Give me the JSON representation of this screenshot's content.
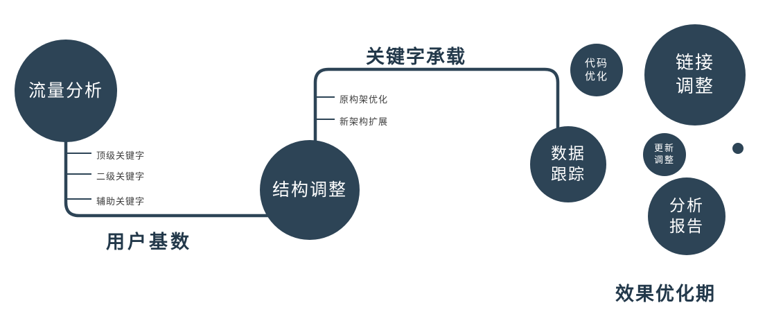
{
  "diagram": {
    "colors": {
      "node_fill": "#2d4456",
      "line": "#2d4456",
      "edge_label_text": "#22384a",
      "branch_label_text": "#3d3d3d",
      "node_text": "#ffffff"
    },
    "nodes": {
      "traffic": {
        "label": "流量分析"
      },
      "structure": {
        "label": "结构调整"
      },
      "data_tracking": {
        "label": "数据跟踪"
      },
      "code_opt": {
        "label": "代码优化"
      },
      "link_adjust": {
        "label": "链接调整"
      },
      "update_adjust": {
        "label": "更新调整"
      },
      "report": {
        "label": "分析报告"
      }
    },
    "edges": {
      "user_base": "用户基数",
      "keyword_carry": "关键字承载"
    },
    "branches": {
      "left": [
        "顶级关键字",
        "二级关键字",
        "辅助关键字"
      ],
      "mid": [
        "原构架优化",
        "新架构扩展"
      ]
    },
    "caption": "效果优化期"
  }
}
